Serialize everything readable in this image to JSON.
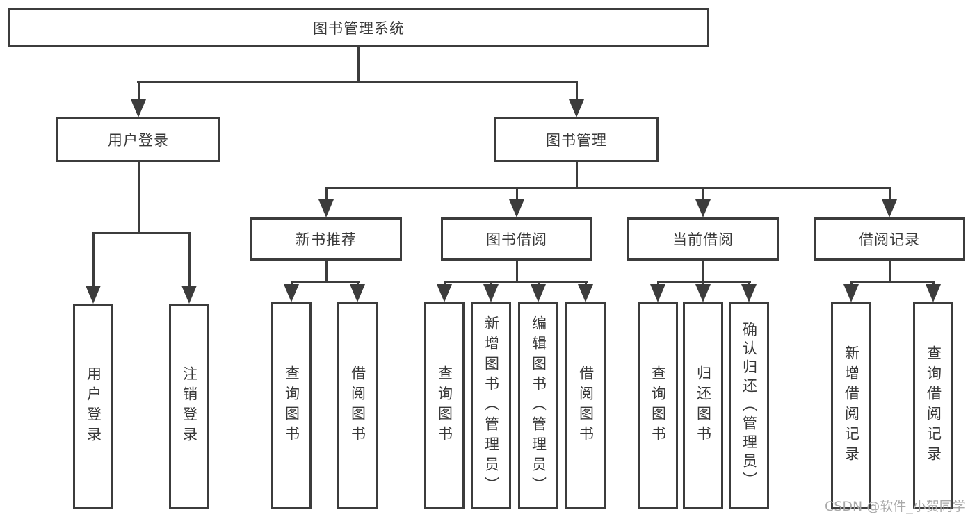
{
  "tree": {
    "root": {
      "label": "图书管理系统"
    },
    "login": {
      "label": "用户登录",
      "children": [
        {
          "label": "用户登录"
        },
        {
          "label": "注销登录"
        }
      ]
    },
    "management": {
      "label": "图书管理",
      "groups": [
        {
          "label": "新书推荐",
          "children": [
            {
              "label": "查询图书"
            },
            {
              "label": "借阅图书"
            }
          ]
        },
        {
          "label": "图书借阅",
          "children": [
            {
              "label": "查询图书"
            },
            {
              "label": "新增图书（管理员）"
            },
            {
              "label": "编辑图书（管理员）"
            },
            {
              "label": "借阅图书"
            }
          ]
        },
        {
          "label": "当前借阅",
          "children": [
            {
              "label": "查询图书"
            },
            {
              "label": "归还图书"
            },
            {
              "label": "确认归还（管理员）"
            }
          ]
        },
        {
          "label": "借阅记录",
          "children": [
            {
              "label": "新增借阅记录"
            },
            {
              "label": "查询借阅记录"
            }
          ]
        }
      ]
    }
  },
  "watermark": "CSDN @软件_小贺同学",
  "colors": {
    "line": "#3c3c3c",
    "text": "#383838",
    "background": "#ffffff",
    "watermark": "#a9a9a9"
  }
}
